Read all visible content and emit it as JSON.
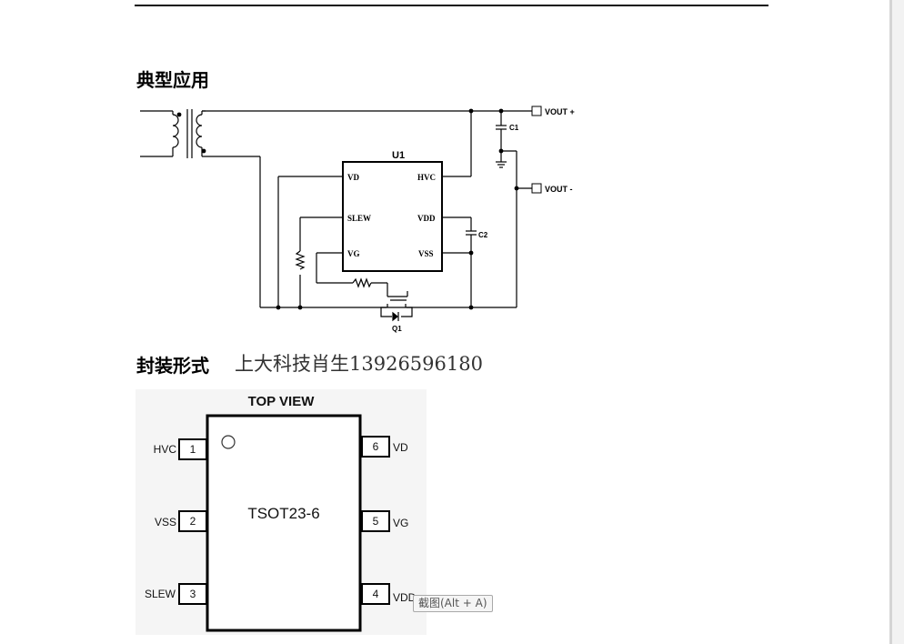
{
  "sections": {
    "typical_application": "典型应用",
    "package_form": "封装形式",
    "contact": "上大科技肖生13926596180"
  },
  "schematic": {
    "ic_ref": "U1",
    "pins_left": [
      "VD",
      "SLEW",
      "VG"
    ],
    "pins_right": [
      "HVC",
      "VDD",
      "VSS"
    ],
    "c1": "C1",
    "c2": "C2",
    "q1": "Q1",
    "vout_plus": "VOUT +",
    "vout_minus": "VOUT -"
  },
  "package": {
    "top_view": "TOP VIEW",
    "name": "TSOT23-6",
    "pins": [
      {
        "num": "1",
        "name": "HVC"
      },
      {
        "num": "2",
        "name": "VSS"
      },
      {
        "num": "3",
        "name": "SLEW"
      },
      {
        "num": "4",
        "name": "VDD"
      },
      {
        "num": "5",
        "name": "VG"
      },
      {
        "num": "6",
        "name": "VD"
      }
    ]
  },
  "tooltip": "截图(Alt + A)"
}
